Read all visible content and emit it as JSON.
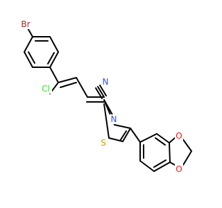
{
  "atoms": {
    "br": {
      "label": "Br",
      "color": "#A62929"
    },
    "cl": {
      "label": "Cl",
      "color": "#1FF01F"
    },
    "n_nitrile": {
      "label": "N",
      "color": "#3050F8"
    },
    "n_thiazole": {
      "label": "N",
      "color": "#3050F8"
    },
    "s_thiazole": {
      "label": "S",
      "color": "#C8A000"
    },
    "o_top": {
      "label": "O",
      "color": "#FF0D0D"
    },
    "o_bottom": {
      "label": "O",
      "color": "#FF0D0D"
    }
  },
  "bond_color": "#000000"
}
